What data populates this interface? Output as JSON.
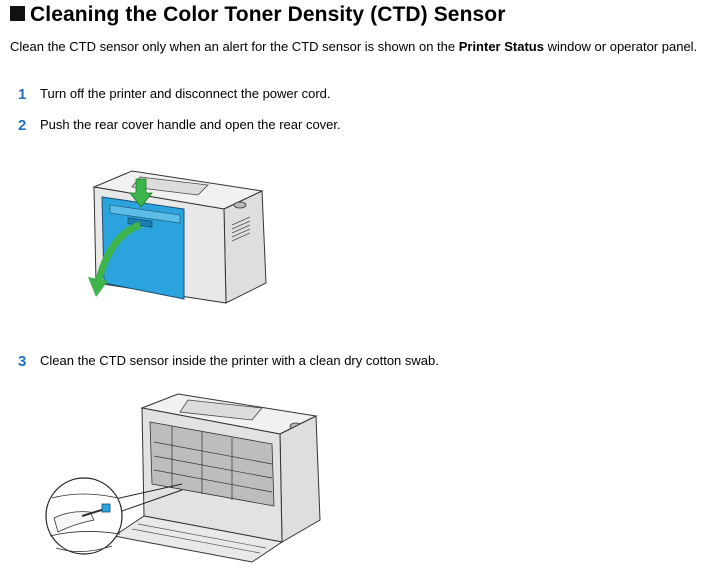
{
  "title": "Cleaning the Color Toner Density (CTD) Sensor",
  "intro": {
    "before": "Clean the CTD sensor only when an alert for the CTD sensor is shown on the ",
    "bold": "Printer Status",
    "after": " window or operator panel."
  },
  "steps": [
    {
      "number": "1",
      "text": "Turn off the printer and disconnect the power cord."
    },
    {
      "number": "2",
      "text": "Push the rear cover handle and open the rear cover."
    },
    {
      "number": "3",
      "text": "Clean the CTD sensor inside the printer with a clean dry cotton swab."
    }
  ],
  "colors": {
    "accent": "#1f6fc5",
    "cover_blue": "#2ba3dc",
    "arrow_green": "#3db54a"
  },
  "illustrations": [
    {
      "name": "rear-cover-open-illustration"
    },
    {
      "name": "ctd-sensor-swab-illustration"
    }
  ]
}
